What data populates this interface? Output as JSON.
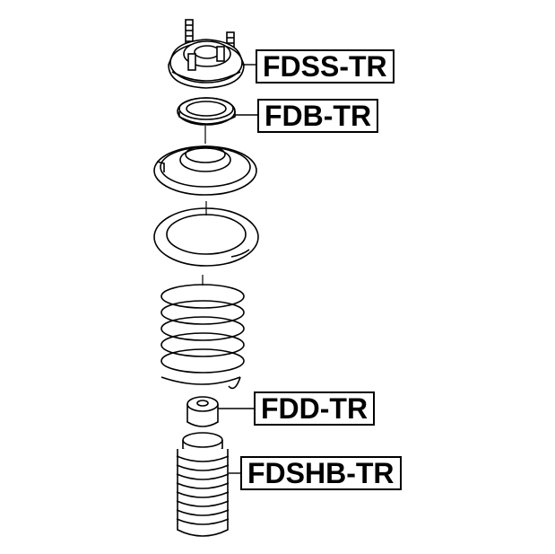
{
  "labels": {
    "fdss": "FDSS-TR",
    "fdb": "FDB-TR",
    "fdd": "FDD-TR",
    "fdshb": "FDSHB-TR"
  },
  "colors": {
    "line": "#000000",
    "background": "#ffffff"
  }
}
